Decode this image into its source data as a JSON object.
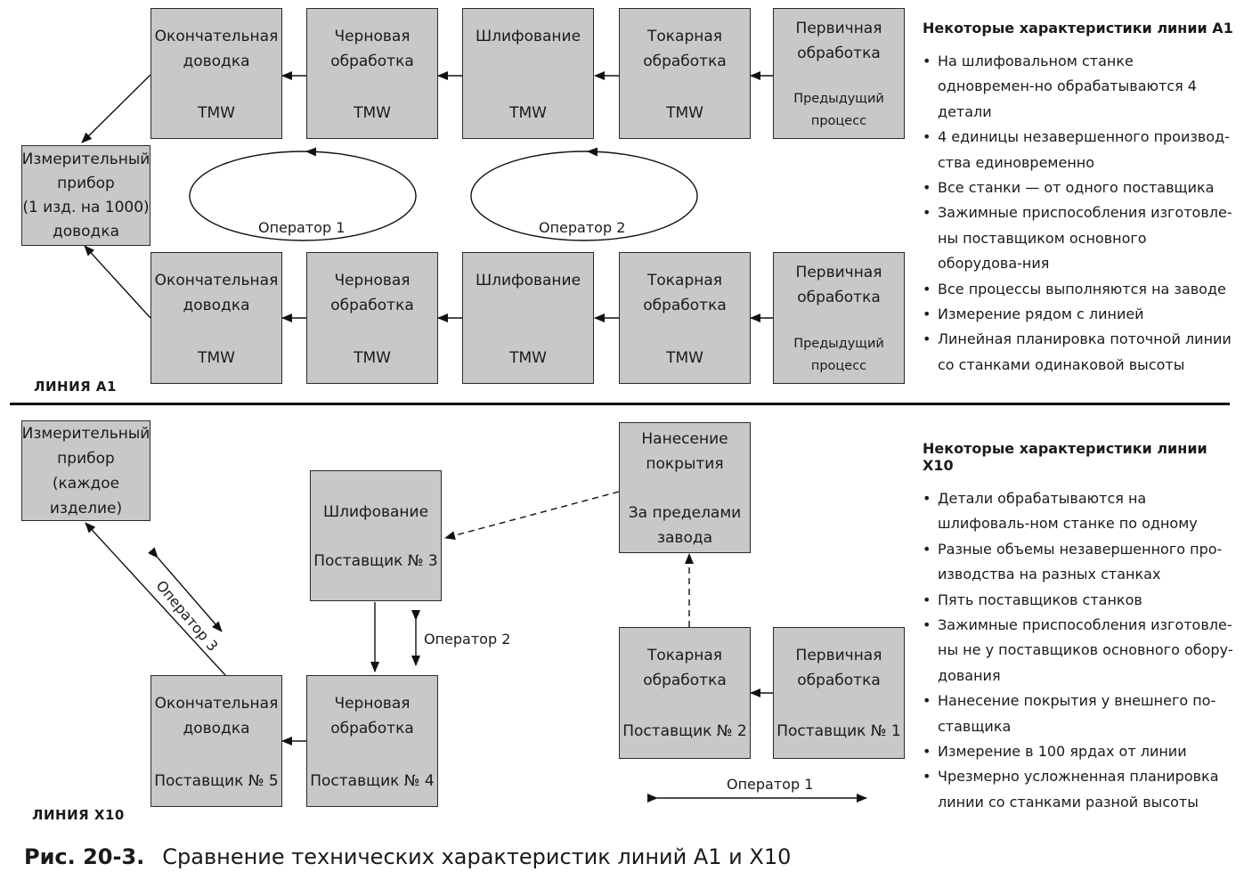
{
  "line_a1": {
    "title": "ЛИНИЯ А1",
    "top_row": [
      {
        "name": "Окончательная\nдоводка",
        "sub": "TMW"
      },
      {
        "name": "Черновая\nобработка",
        "sub": "TMW"
      },
      {
        "name": "Шлифование",
        "sub": "TMW"
      },
      {
        "name": "Токарная\nобработка",
        "sub": "TMW"
      },
      {
        "name": "Первичная\nобработка",
        "sub": "Предыдущий\nпроцесс"
      }
    ],
    "bottom_row": [
      {
        "name": "Окончательная\nдоводка",
        "sub": "TMW"
      },
      {
        "name": "Черновая\nобработка",
        "sub": "TMW"
      },
      {
        "name": "Шлифование",
        "sub": "TMW"
      },
      {
        "name": "Токарная\nобработка",
        "sub": "TMW"
      },
      {
        "name": "Первичная\nобработка",
        "sub": "Предыдущий\nпроцесс"
      }
    ],
    "gauge": "Измерительный\nприбор\n(1 изд. на 1000)\nдоводка",
    "operator1": "Оператор 1",
    "operator2": "Оператор 2"
  },
  "line_x10": {
    "title": "ЛИНИЯ X10",
    "gauge": "Измерительный\nприбор\n(каждое\nизделие)",
    "grinding": {
      "name": "Шлифование",
      "sub": "Поставщик № 3"
    },
    "coating": {
      "name": "Нанесение\nпокрытия",
      "sub": "За пределами\nзавода"
    },
    "finishing": {
      "name": "Окончательная\nдоводка",
      "sub": "Поставщик № 5"
    },
    "roughing": {
      "name": "Черновая\nобработка",
      "sub": "Поставщик № 4"
    },
    "turning": {
      "name": "Токарная\nобработка",
      "sub": "Поставщик № 2"
    },
    "primary": {
      "name": "Первичная\nобработка",
      "sub": "Поставщик № 1"
    },
    "operator1": "Оператор 1",
    "operator2": "Оператор 2",
    "operator3": "Оператор 3"
  },
  "panel_a1": {
    "title": "Некоторые характеристики линии А1",
    "items": [
      "На шлифовальном станке одновремен-но обрабатываются 4 детали",
      "4 единицы незавершенного производ-ства единовременно",
      "Все станки — от одного поставщика",
      "Зажимные приспособления изготовле-ны поставщиком основного оборудова-ния",
      "Все процессы выполняются на заводе",
      "Измерение рядом с линией",
      "Линейная планировка поточной линии со станками одинаковой высоты"
    ]
  },
  "panel_x10": {
    "title": "Некоторые характеристики линии X10",
    "items": [
      "Детали обрабатываются на шлифоваль-ном станке по одному",
      "Разные объемы незавершенного про-изводства на разных станках",
      "Пять поставщиков станков",
      "Зажимные приспособления изготовле-ны не у поставщиков основного обору-дования",
      "Нанесение покрытия у внешнего по-ставщика",
      "Измерение в 100 ярдах от линии",
      "Чрезмерно усложненная планировка линии со станками разной высоты"
    ]
  },
  "caption": {
    "number": "Рис. 20-3.",
    "text": "Сравнение технических характеристик линий А1 и X10"
  }
}
